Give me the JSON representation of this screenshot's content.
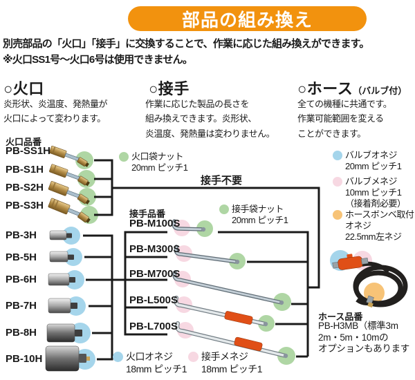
{
  "title": "部品の組み換え",
  "intro": {
    "line1": "別売部品の「火口」「接手」に交換することで、作業に応じた組み換えができます。",
    "line2": "※火口SS1号～火口6号は使用できません。"
  },
  "columns": {
    "kaguchi": {
      "heading": "○火口",
      "desc": [
        "炎形状、炎温度、発熱量が",
        "火口によって変わります。"
      ],
      "part_label": "火口品番"
    },
    "tsugite": {
      "heading": "○接手",
      "desc": [
        "作業に応じた製品の長さを",
        "組み換えできます。炎形状、",
        "炎温度、発熱量は変わりません。"
      ],
      "part_label": "接手品番"
    },
    "hose": {
      "heading": "○ホース",
      "heading_note": "（バルブ付）",
      "desc": [
        "全ての機種に共通です。",
        "作業可能範囲を変える",
        "ことができます。"
      ],
      "part_label": "ホース品番"
    }
  },
  "kaguchi_items": [
    {
      "label": "PB-SS1H"
    },
    {
      "label": "PB-S1H"
    },
    {
      "label": "PB-S2H"
    },
    {
      "label": "PB-S3H"
    },
    {
      "label": "PB-3H"
    },
    {
      "label": "PB-5H"
    },
    {
      "label": "PB-6H"
    },
    {
      "label": "PB-7H"
    },
    {
      "label": "PB-8H"
    },
    {
      "label": "PB-10H"
    }
  ],
  "tsugite_items": [
    {
      "label": "PB-M100S"
    },
    {
      "label": "PB-M300S"
    },
    {
      "label": "PB-M700S"
    },
    {
      "label": "PB-L500S"
    },
    {
      "label": "PB-L700S"
    }
  ],
  "no_joint_label": "接手不要",
  "legends": {
    "kaguchi_nut": {
      "dot_color": "#AFD6A4",
      "lines": [
        "火口袋ナット",
        "20mm ピッチ1"
      ]
    },
    "tsugite_nut": {
      "dot_color": "#AFD6A4",
      "lines": [
        "接手袋ナット",
        "20mm ピッチ1"
      ]
    },
    "kaguchi_oneji": {
      "dot_color": "#A5D5EB",
      "lines": [
        "火口オネジ",
        "18mm ピッチ1"
      ]
    },
    "tsugite_meneji": {
      "dot_color": "#F7D8E2",
      "lines": [
        "接手メネジ",
        "18mm ピッチ1"
      ]
    },
    "valve_oneji": {
      "dot_color": "#A5D5EB",
      "lines": [
        "バルブオネジ",
        "20mm ピッチ1"
      ]
    },
    "valve_meneji": {
      "dot_color": "#F7D8E2",
      "lines": [
        "バルブメネジ",
        "10mm ピッチ1",
        "（接着剤必要）"
      ]
    },
    "hose_mount": {
      "dot_color": "#F7C377",
      "lines": [
        "ホースボンベ取付",
        "オネジ",
        "22.5mm左ネジ"
      ]
    }
  },
  "hose_info": {
    "part_label": "ホース品番",
    "lines": [
      "PB-H3MB（標準3m",
      "2m・5m・10mの",
      "オプションもあります"
    ]
  },
  "colors": {
    "header_bg": "#F2920E",
    "header_text": "#FFFFFF",
    "line": "#1A1A1A",
    "pale_green": "#AFD6A4",
    "pale_blue": "#A5D5EB",
    "pale_pink": "#F7D8E2",
    "pale_orange": "#F7C377",
    "grip_orange": "#E04F17"
  }
}
